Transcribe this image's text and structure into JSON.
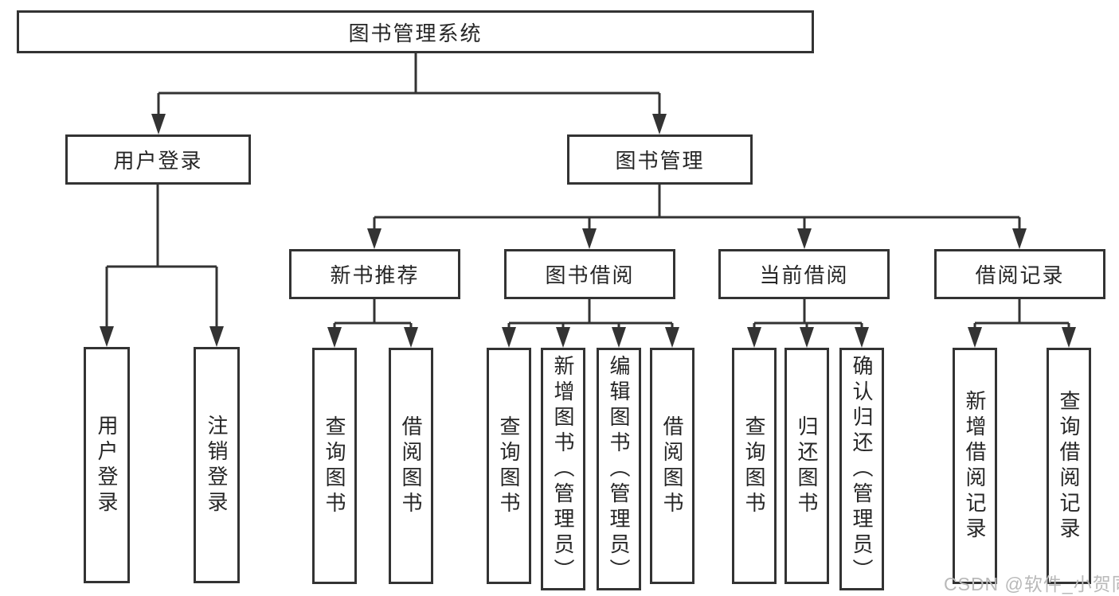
{
  "tree": {
    "label": "图书管理系统",
    "children": [
      {
        "label": "用户登录",
        "children": [
          {
            "label": "用户登录"
          },
          {
            "label": "注销登录"
          }
        ]
      },
      {
        "label": "图书管理",
        "children": [
          {
            "label": "新书推荐",
            "children": [
              {
                "label": "查询图书"
              },
              {
                "label": "借阅图书"
              }
            ]
          },
          {
            "label": "图书借阅",
            "children": [
              {
                "label": "查询图书"
              },
              {
                "label": "新增图书（管理员）"
              },
              {
                "label": "编辑图书（管理员）"
              },
              {
                "label": "借阅图书"
              }
            ]
          },
          {
            "label": "当前借阅",
            "children": [
              {
                "label": "查询图书"
              },
              {
                "label": "归还图书"
              },
              {
                "label": "确认归还（管理员）"
              }
            ]
          },
          {
            "label": "借阅记录",
            "children": [
              {
                "label": "新增借阅记录"
              },
              {
                "label": "查询借阅记录"
              }
            ]
          }
        ]
      }
    ]
  },
  "watermark": {
    "text": "CSDN @软件_小贺同学"
  },
  "colors": {
    "line": "#333333",
    "text": "#262626",
    "background": "#ffffff",
    "watermark": "#b9b9b9"
  }
}
